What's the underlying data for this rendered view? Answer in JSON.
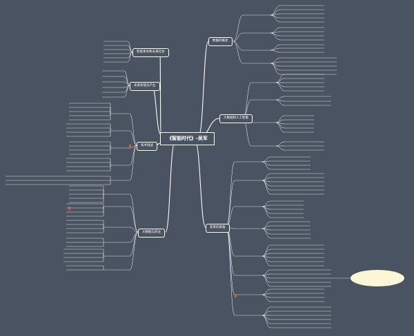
{
  "central": "《智能时代》-吴军",
  "branches": [
    {
      "label": "数据的概述"
    },
    {
      "label": "大数据和人工智能"
    },
    {
      "label": "变革的来临"
    },
    {
      "label": "大数据与商业"
    },
    {
      "label": "技术挑战"
    },
    {
      "label": "未来智能化产业"
    },
    {
      "label": "智能革命和未来社会"
    }
  ],
  "note": "",
  "colors": {
    "background": "#4a5361",
    "line": "#ffffff",
    "note_bg": "#fbf6d6",
    "flag": "#e05a3a"
  }
}
